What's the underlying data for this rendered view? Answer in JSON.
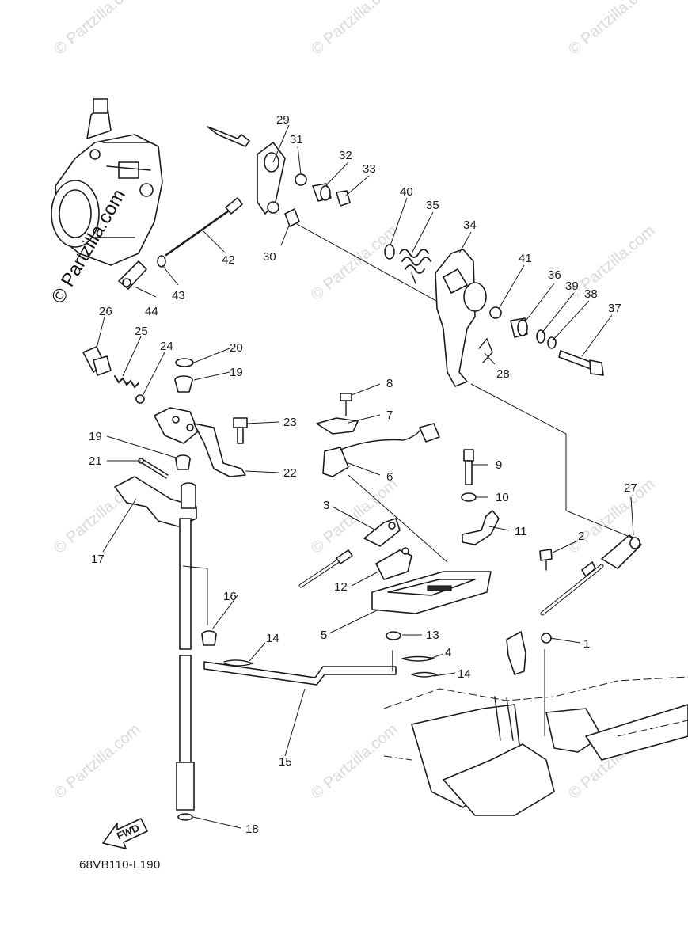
{
  "watermark": "© Partzilla.com",
  "watermark_main": "© Partzilla.com",
  "diagram_code": "68VB110-L190",
  "fwd_label": "FWD",
  "callouts": [
    "1",
    "2",
    "3",
    "4",
    "5",
    "6",
    "7",
    "8",
    "9",
    "10",
    "11",
    "12",
    "13",
    "14",
    "15",
    "16",
    "17",
    "18",
    "19",
    "20",
    "21",
    "22",
    "23",
    "24",
    "25",
    "26",
    "27",
    "28",
    "29",
    "30",
    "31",
    "32",
    "33",
    "34",
    "35",
    "36",
    "37",
    "38",
    "39",
    "40",
    "41",
    "42",
    "43",
    "44"
  ]
}
